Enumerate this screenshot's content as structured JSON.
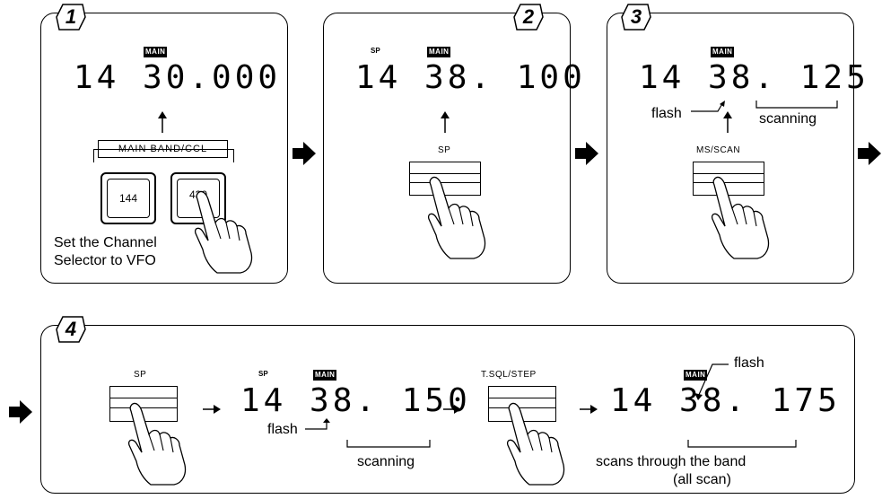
{
  "steps": [
    {
      "number": "1",
      "main_tag": "MAIN",
      "display": "14 30.000",
      "button_group_label": "MAIN BAND/CCL",
      "keys": [
        "144",
        "430"
      ],
      "caption_line1": "Set the Channel",
      "caption_line2": "Selector to VFO"
    },
    {
      "number": "2",
      "sp_tag": "SP",
      "main_tag": "MAIN",
      "display": "14 38. 100",
      "button_label": "SP"
    },
    {
      "number": "3",
      "main_tag": "MAIN",
      "display": "14 38. 125",
      "flash_label": "flash",
      "scanning_label": "scanning",
      "button_label": "MS/SCAN"
    },
    {
      "number": "4",
      "button1_label": "SP",
      "sp_tag": "SP",
      "main_tag": "MAIN",
      "display1": "14 38. 150",
      "flash_label1": "flash",
      "scanning_label": "scanning",
      "button2_label": "T.SQL/STEP",
      "main_tag2": "MAIN",
      "display2": "14 38. 175",
      "flash_label2": "flash",
      "scan_caption1": "scans through the band",
      "scan_caption2": "(all scan)"
    }
  ]
}
